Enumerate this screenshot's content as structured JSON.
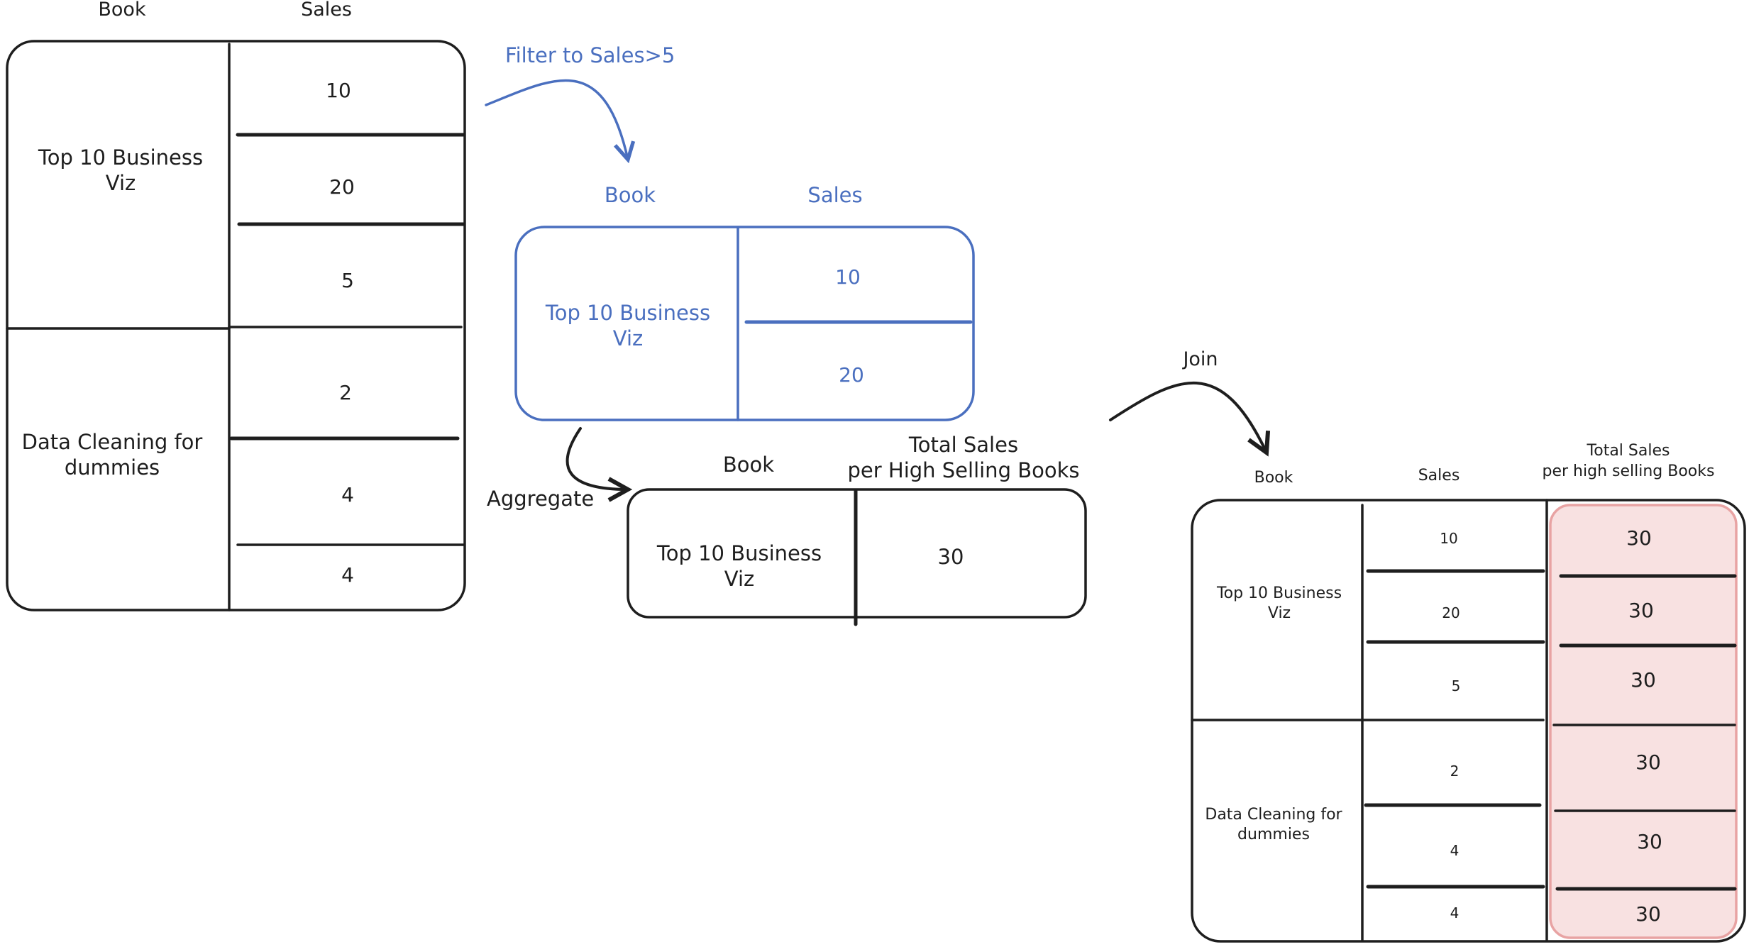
{
  "colors": {
    "ink": "#1e1e1e",
    "blue": "#4a6fbf",
    "highlight_fill": "#f8e1e1",
    "highlight_stroke": "#e8a3a3"
  },
  "source_table": {
    "headers": {
      "book": "Book",
      "sales": "Sales"
    },
    "books": [
      "Top 10 Business\nViz",
      "Data Cleaning for\ndummies"
    ],
    "sales": [
      "10",
      "20",
      "5",
      "2",
      "4",
      "4"
    ]
  },
  "filter": {
    "label": "Filter to Sales>5"
  },
  "filtered_table": {
    "headers": {
      "book": "Book",
      "sales": "Sales"
    },
    "book": "Top 10 Business\nViz",
    "sales": [
      "10",
      "20"
    ]
  },
  "aggregate": {
    "label": "Aggregate"
  },
  "aggregated_table": {
    "headers": {
      "book": "Book",
      "total": "Total Sales\nper High Selling Books"
    },
    "book": "Top 10 Business\nViz",
    "total": "30"
  },
  "join": {
    "label": "Join"
  },
  "joined_table": {
    "headers": {
      "book": "Book",
      "sales": "Sales",
      "total": "Total Sales\nper high selling Books"
    },
    "books": [
      "Top 10 Business\nViz",
      "Data Cleaning for\ndummies"
    ],
    "sales": [
      "10",
      "20",
      "5",
      "2",
      "4",
      "4"
    ],
    "totals": [
      "30",
      "30",
      "30",
      "30",
      "30",
      "30"
    ]
  }
}
